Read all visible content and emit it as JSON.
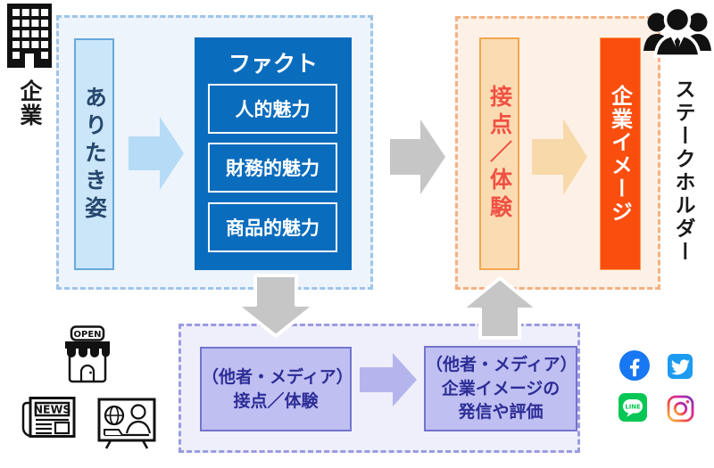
{
  "company": {
    "label": "企業"
  },
  "blue_section": {
    "aritaki_label": "ありたき姿",
    "fact_title": "ファクト",
    "fact_items": [
      "人的魅力",
      "財務的魅力",
      "商品的魅力"
    ]
  },
  "orange_section": {
    "sesshoku_label": "接点／体験",
    "image_label": "企業イメージ"
  },
  "stakeholder": {
    "label": "ステークホルダー"
  },
  "media_section": {
    "box1_line1": "（他者・メディア）",
    "box1_line2": "接点／体験",
    "box2_line1": "（他者・メディア）",
    "box2_line2": "企業イメージの",
    "box2_line3": "発信や評価"
  },
  "icons": {
    "names": [
      "building-icon",
      "stakeholders-icon",
      "store-icon",
      "news-icon",
      "tv-icon",
      "facebook-icon",
      "twitter-icon",
      "line-icon",
      "instagram-icon"
    ],
    "open_sign": "OPEN",
    "news_label": "NEWS",
    "line_label": "LINE"
  },
  "colors": {
    "fact_blue": "#0a6cbd",
    "light_blue_fill": "#cbe6f9",
    "blue_dash": "#9ec5e8",
    "blue_arrow": "#b5dbf6",
    "gray_arrow": "#c6c6c6",
    "orange_dash": "#f4b183",
    "light_orange_fill": "#fbdcb2",
    "orange_text": "#f15044",
    "bright_orange": "#fa4e0f",
    "orange_arrow": "#f8d9a9",
    "purple_dash": "#9b9be1",
    "purple_fill": "#bfbff2",
    "purple_text": "#2d2d97",
    "purple_arrow": "#b5b5ed",
    "facebook_blue": "#1877f2",
    "twitter_blue": "#1d9bf0",
    "line_green": "#06c755"
  }
}
